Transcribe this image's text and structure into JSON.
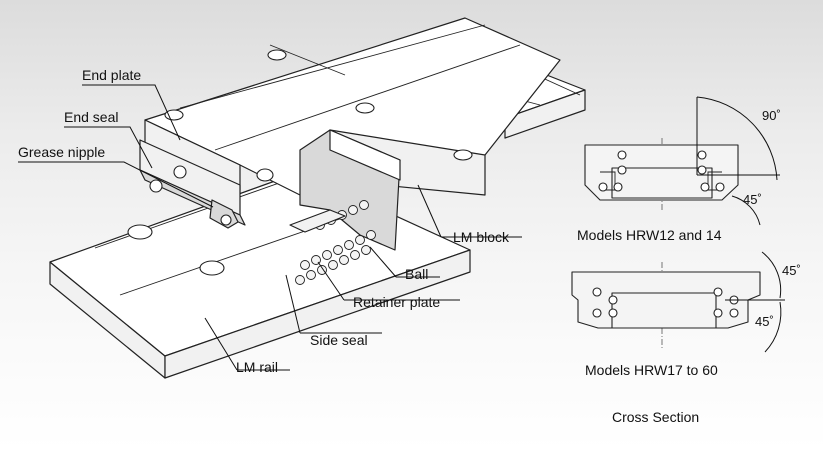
{
  "labels": {
    "end_plate": "End plate",
    "end_seal": "End seal",
    "grease_nipple": "Grease nipple",
    "lm_block": "LM block",
    "ball": "Ball",
    "retainer_plate": "Retainer plate",
    "side_seal": "Side seal",
    "lm_rail": "LM rail"
  },
  "cross_sections": {
    "top": {
      "caption": "Models HRW12 and 14",
      "angle_a": "90˚",
      "angle_b": "45˚"
    },
    "bottom": {
      "caption": "Models HRW17 to 60",
      "angle_a": "45˚",
      "angle_b": "45˚"
    },
    "title": "Cross Section"
  }
}
